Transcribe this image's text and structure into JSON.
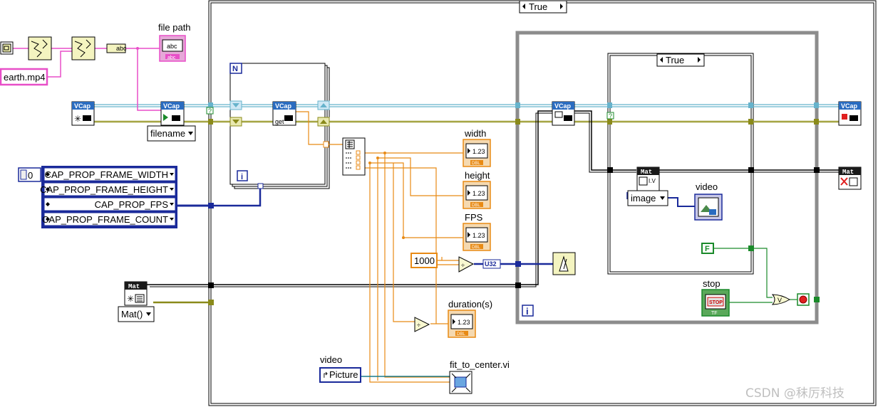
{
  "case_structure": {
    "selector": "True"
  },
  "inner_case_structure": {
    "selector": "True"
  },
  "constants": {
    "video_file": "earth.mp4",
    "filename_enum": "filename",
    "ring_index": "0",
    "property_list": [
      "CAP_PROP_FRAME_WIDTH",
      "CAP_PROP_FRAME_HEIGHT",
      "CAP_PROP_FPS",
      "CAP_PROP_FRAME_COUNT"
    ],
    "mat_constructor": "Mat()",
    "ms_constant": "1000",
    "image_enum": "image",
    "false_constant": "F",
    "picture_ref": "Picture",
    "u32_label": "U32"
  },
  "indicators": {
    "file_path": "file path",
    "width": "width",
    "height": "height",
    "fps": "FPS",
    "duration": "duration(s)",
    "video_top": "video",
    "video_bottom": "video",
    "stop": "stop",
    "fit_vi": "fit_to_center.vi"
  },
  "node_text": {
    "vcap": "VCap",
    "mat": "Mat",
    "num_display": "1.23",
    "dbl": "DBL",
    "abc": "abc",
    "stop_text": "STOP",
    "tf": "TF",
    "get": "get",
    "N": "N",
    "i": "i",
    "iv": "I.V",
    "or": "V"
  },
  "watermark": "CSDN @秣厉科技",
  "colors": {
    "vcap_wire": "#66b3cc",
    "mat_wire": "#000000",
    "error_wire": "#8a8a1a",
    "string_wire": "#e84fc8",
    "dbl_wire": "#e88a14",
    "int_wire": "#1a2a9a",
    "bool_wire": "#1a8a2a",
    "frame": "#8c8c8c"
  }
}
